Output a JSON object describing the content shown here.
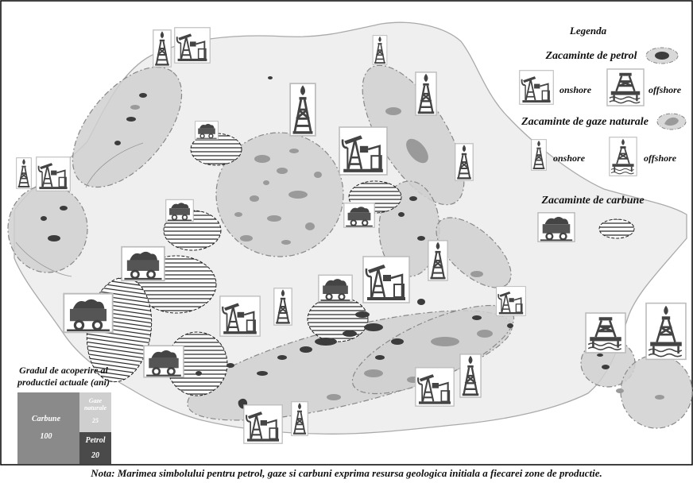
{
  "legend": {
    "title": "Legenda",
    "oil_heading": "Zacaminte de petrol",
    "gas_heading": "Zacaminte de gaze naturale",
    "coal_heading": "Zacaminte de carbune",
    "onshore": "onshore",
    "offshore": "offshore"
  },
  "coverage": {
    "title_line1": "Gradul de acoperire al",
    "title_line2": "productiei actuale (ani)",
    "cells": [
      {
        "label": "Carbune",
        "value": "100",
        "color": "#8a8a8a"
      },
      {
        "label_line1": "Gaze",
        "label_line2": "naturale",
        "value": "25",
        "color": "#cfcfcf"
      },
      {
        "label": "Petrol",
        "value": "20",
        "color": "#4a4a4a"
      }
    ]
  },
  "note": "Nota: Marimea simbolului pentru petrol, gaze si carbuni exprima resursa geologica initiala a fiecarei zone de productie.",
  "colors": {
    "country_fill": "#efefef",
    "zone_fill": "#d0d0d0",
    "oil_patch": "#3c3c3c",
    "gas_patch": "#9a9a9a",
    "icon": "#444444"
  }
}
